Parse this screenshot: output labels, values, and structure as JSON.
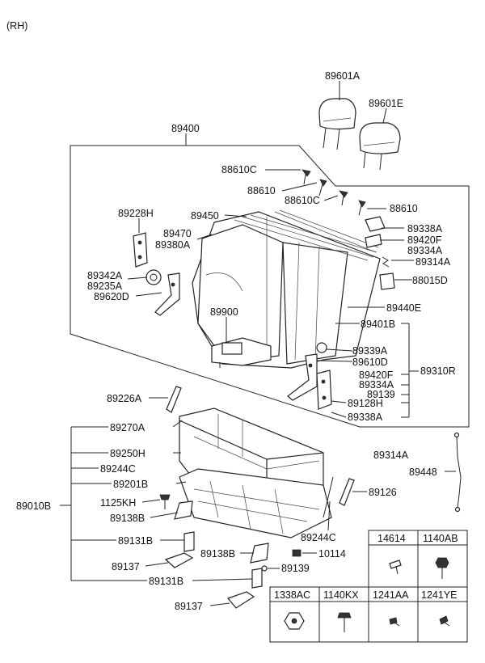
{
  "header": {
    "side": "(RH)"
  },
  "labels": {
    "p89601A": "89601A",
    "p89601E": "89601E",
    "p89400": "89400",
    "p88610C_1": "88610C",
    "p88610_1": "88610",
    "p88610C_2": "88610C",
    "p88610_2": "88610",
    "p89228H": "89228H",
    "p89450": "89450",
    "p89470": "89470",
    "p89380A": "89380A",
    "p89338A_1": "89338A",
    "p89420F_1": "89420F",
    "p89334A_1": "89334A",
    "p89314A_1": "89314A",
    "p89342A": "89342A",
    "p89235A": "89235A",
    "p89620D": "89620D",
    "p88015D": "88015D",
    "p89440E": "89440E",
    "p89900": "89900",
    "p89401B": "89401B",
    "p89339A": "89339A",
    "p89610D": "89610D",
    "p89310R": "89310R",
    "p89420F_2": "89420F",
    "p89334A_2": "89334A",
    "p89139_1": "89139",
    "p89226A": "89226A",
    "p89128H": "89128H",
    "p89338A_2": "89338A",
    "p89270A": "89270A",
    "p89314A_2": "89314A",
    "p89250H": "89250H",
    "p89448": "89448",
    "p89244C_1": "89244C",
    "p89201B": "89201B",
    "p89010B": "89010B",
    "p1125KH": "1125KH",
    "p89126": "89126",
    "p89138B_1": "89138B",
    "p89244C_2": "89244C",
    "p89131B_1": "89131B",
    "p89138B_2": "89138B",
    "p10114": "10114",
    "p89137_1": "89137",
    "p89139_2": "89139",
    "p89131B_2": "89131B",
    "p89137_2": "89137"
  },
  "fastener_table": {
    "row1": [
      "14614",
      "1140AB"
    ],
    "row2": [
      "1338AC",
      "1140KX",
      "1241AA",
      "1241YE"
    ]
  }
}
